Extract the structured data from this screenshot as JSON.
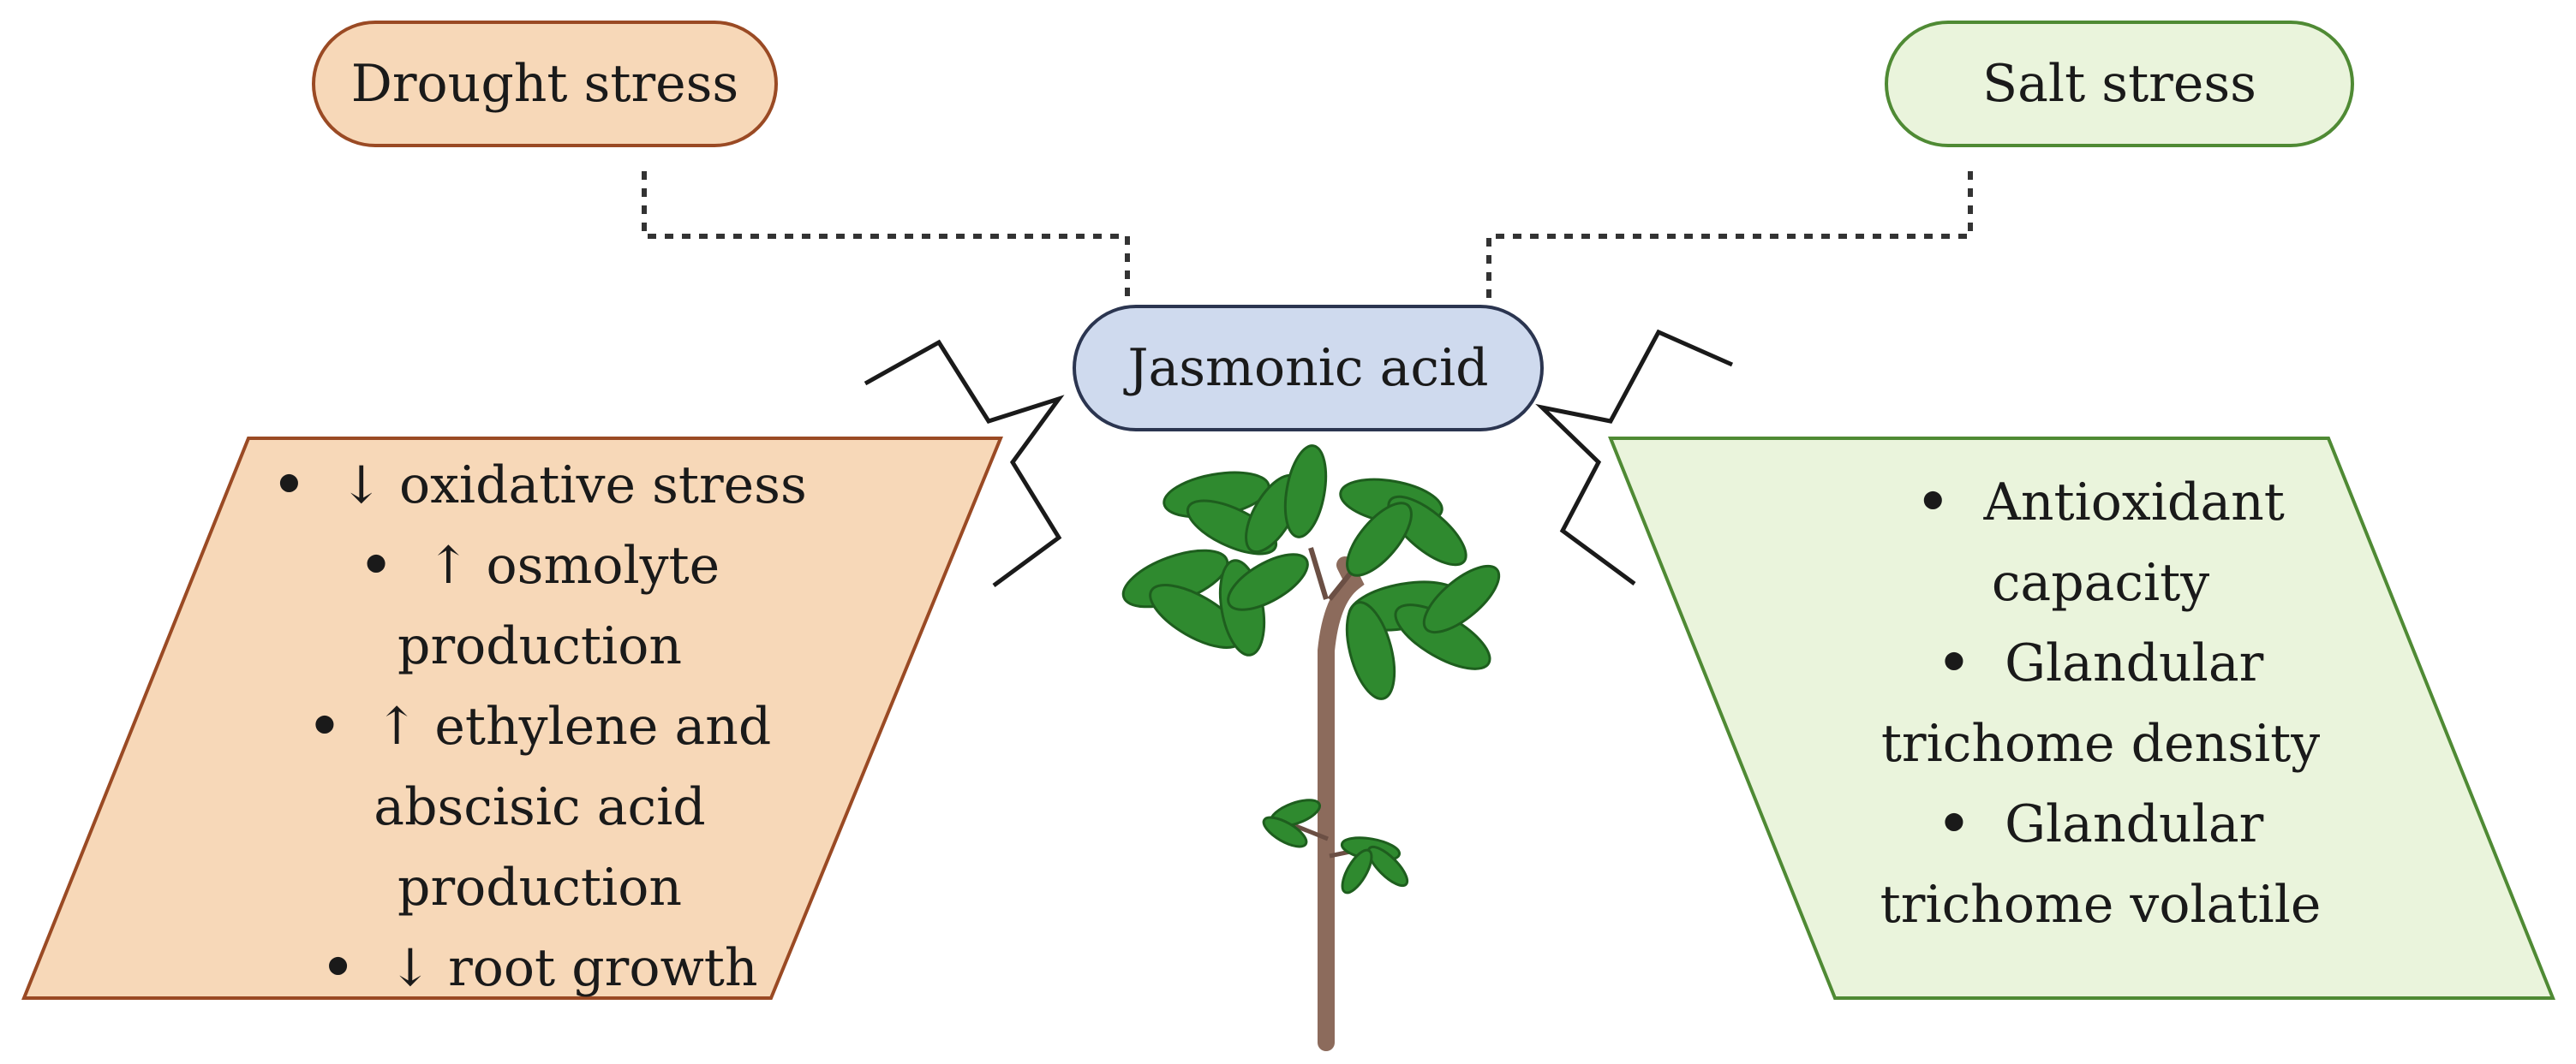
{
  "drought": {
    "label": "Drought stress",
    "effects": [
      "↓ oxidative stress",
      "↑ osmolyte\nproduction",
      "↑ ethylene and\nabscisic acid\nproduction",
      "↓ root growth"
    ],
    "fill": "#f7d8b8",
    "border": "#9a4a24"
  },
  "salt": {
    "label": "Salt stress",
    "effects": [
      "Antioxidant\ncapacity",
      "Glandular\ntrichome density",
      "Glandular\ntrichome volatile"
    ],
    "fill": "#eaf4dc",
    "border": "#4f8a34"
  },
  "center": {
    "label": "Jasmonic acid",
    "fill": "#cfdaee",
    "border": "#2b3550"
  },
  "icons": [
    "plant-icon"
  ]
}
